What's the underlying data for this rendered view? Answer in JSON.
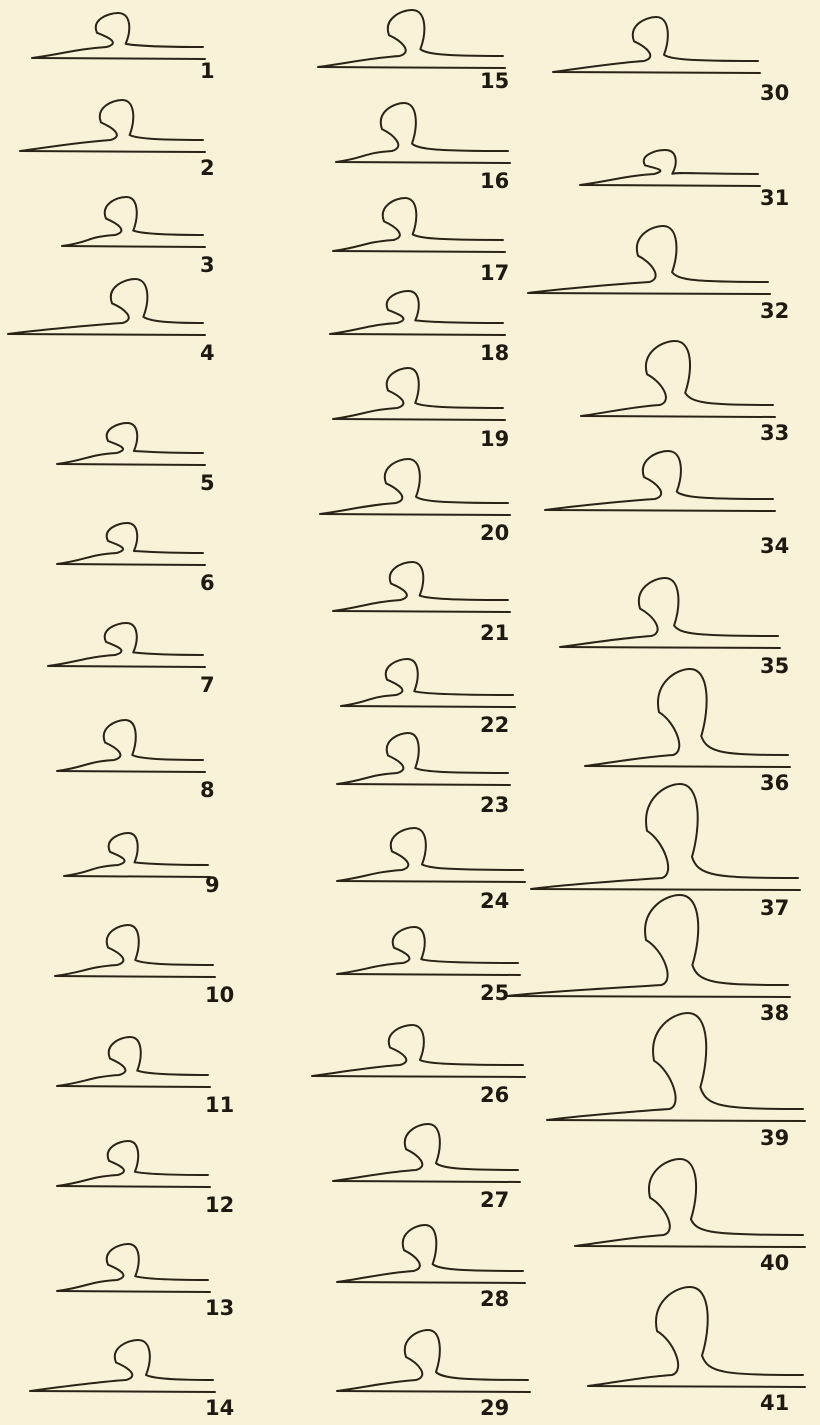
{
  "figure": {
    "columns": [
      [
        "1",
        "2",
        "3",
        "4",
        "5",
        "6",
        "7",
        "8",
        "9",
        "10",
        "11",
        "12",
        "13",
        "14"
      ],
      [
        "15",
        "16",
        "17",
        "18",
        "19",
        "20",
        "21",
        "22",
        "23",
        "24",
        "25",
        "26",
        "27",
        "28",
        "29"
      ],
      [
        "30",
        "31",
        "32",
        "33",
        "34",
        "35",
        "36",
        "37",
        "38",
        "39",
        "40",
        "41"
      ]
    ],
    "ink_color": "#2a2418",
    "paper_color": "#f8f3d8"
  }
}
